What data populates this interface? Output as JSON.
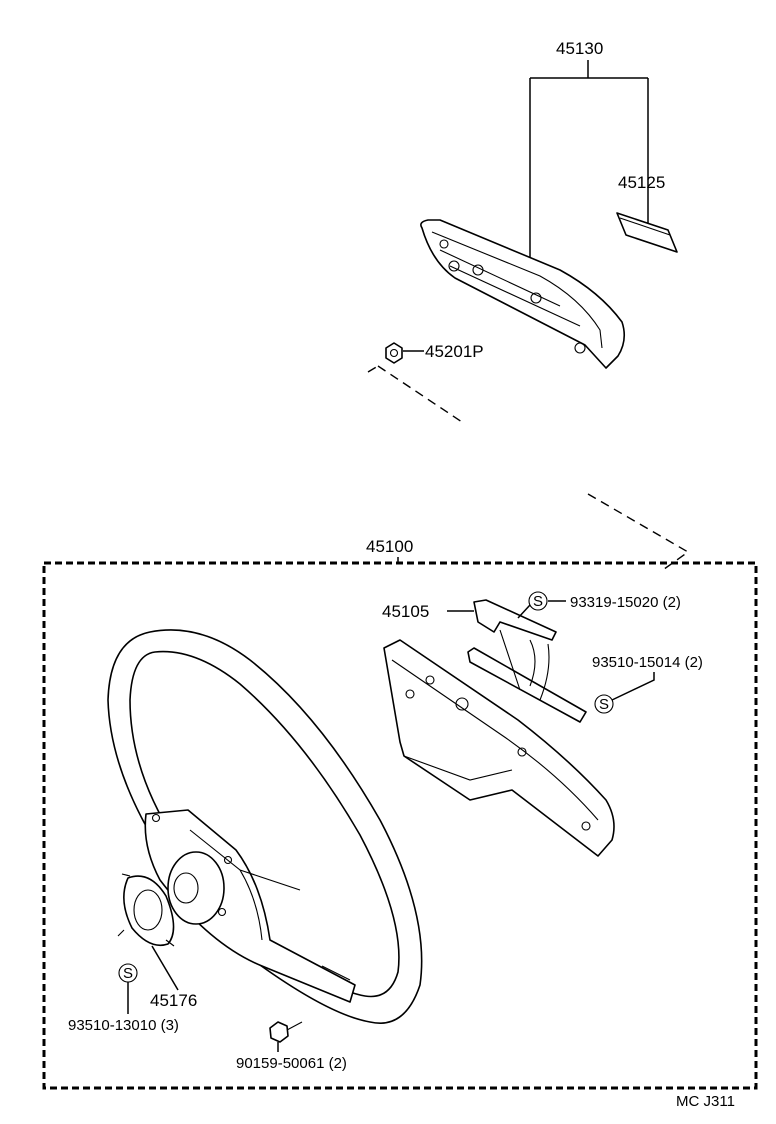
{
  "labels": {
    "pad_assy": "45130",
    "emblem": "45125",
    "nut": "45201P",
    "wheel_assy": "45100",
    "contact_plate": "45105",
    "screw_a": "93319-15020 (2)",
    "screw_b": "93510-15014 (2)",
    "cancel_cam": "45176",
    "screw_c": "93510-13010 (3)",
    "bolt": "90159-50061 (2)",
    "sheet_code": "MC  J311",
    "s_symbol": "S"
  }
}
